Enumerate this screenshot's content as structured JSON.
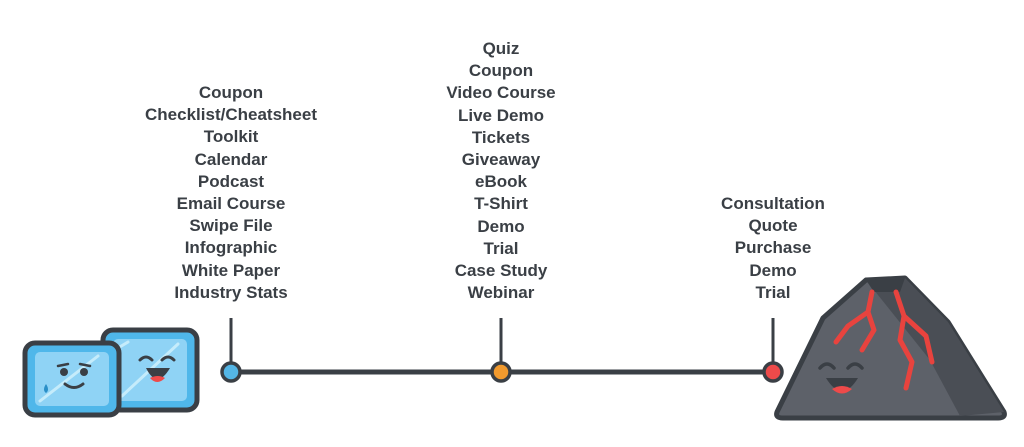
{
  "stages": [
    {
      "id": "left",
      "color": "#54b6e6",
      "items": [
        "Coupon",
        "Checklist/Cheatsheet",
        "Toolkit",
        "Calendar",
        "Podcast",
        "Email Course",
        "Swipe File",
        "Infographic",
        "White Paper",
        "Industry Stats"
      ]
    },
    {
      "id": "middle",
      "color": "#f29a2e",
      "items": [
        "Quiz",
        "Coupon",
        "Video Course",
        "Live Demo",
        "Tickets",
        "Giveaway",
        "eBook",
        "T-Shirt",
        "Demo",
        "Trial",
        "Case Study",
        "Webinar"
      ]
    },
    {
      "id": "right",
      "color": "#ee4a4a",
      "items": [
        "Consultation",
        "Quote",
        "Purchase",
        "Demo",
        "Trial"
      ]
    }
  ],
  "icons": {
    "start": "ice-cubes-icon",
    "end": "volcano-icon"
  },
  "colors": {
    "text": "#3a3f45",
    "line": "#3a3f45",
    "ice": "#4fb7ea",
    "rock": "#5d6169",
    "lava": "#e8433e"
  }
}
